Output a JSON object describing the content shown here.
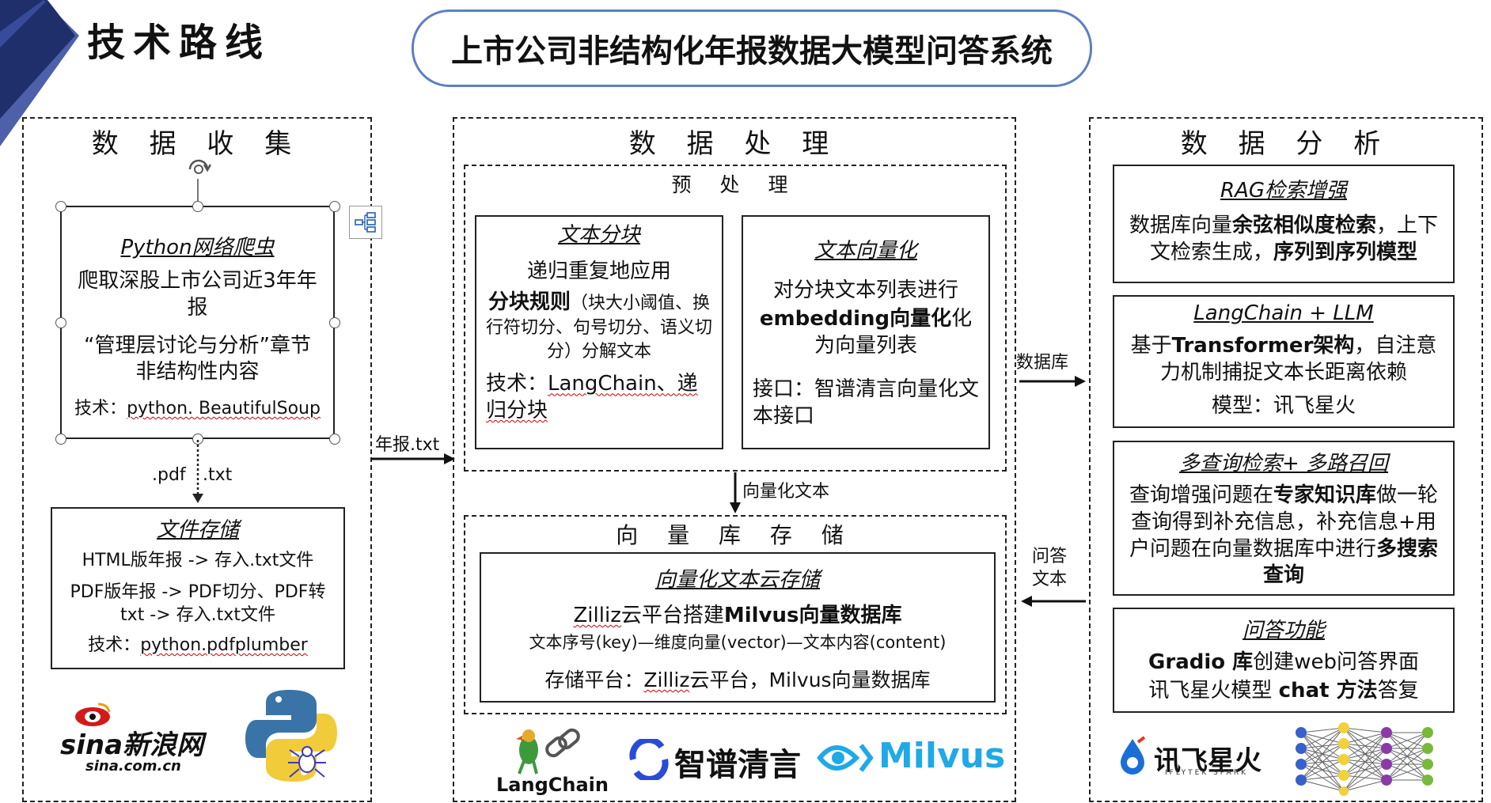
{
  "header": {
    "section_label": "技术路线",
    "system_title": "上市公司非结构化年报数据大模型问答系统"
  },
  "collect": {
    "title": "数 据 收 集",
    "crawler": {
      "heading": "Python网络爬虫",
      "line1": "爬取深股上市公司近3年年报",
      "line2": "“管理层讨论与分析”章节非结构性内容",
      "tech_prefix": "技术：",
      "tech": "python. BeautifulSoup"
    },
    "edge_label_pdf": ".pdf",
    "edge_label_txt": ".txt",
    "storage": {
      "heading": "文件存储",
      "line1": "HTML版年报 -> 存入.txt文件",
      "line2": "PDF版年报 -> PDF切分、PDF转txt -> 存入.txt文件",
      "tech_prefix": "技术：",
      "tech": "python.pdfplumber"
    },
    "logo_sina_main": "sina新浪网",
    "logo_sina_sub": "sina.com.cn"
  },
  "arrow_to_process": "年报.txt",
  "process": {
    "title": "数 据 处 理",
    "pre": {
      "title": "预 处 理",
      "split": {
        "heading": "文本分块",
        "line1": "递归重复地应用",
        "line2_bold": "分块规则",
        "line2_rest": "（块大小阈值、换行符切分、句号切分、语义切分）分解文本",
        "tech_prefix": "技术：",
        "tech": "LangChain、递归分块"
      },
      "vector": {
        "heading": "文本向量化",
        "line1": "对分块文本列表进行",
        "line2_bold": "embedding向量化",
        "line2_rest": "化为向量列表",
        "api": "接口：智谱清言向量化文本接口"
      }
    },
    "mid_arrow": "向量化文本",
    "store": {
      "title": "向 量 库 存 储",
      "card": {
        "heading": "向量化文本云存储",
        "line1_a": "Zilliz",
        "line1_b": "云平台搭建",
        "line1_c": "Milvus向量数据库",
        "line2": "文本序号(key)—维度向量(vector)—文本内容(content)",
        "line3_a": "存储平台：",
        "line3_b": "Zilliz",
        "line3_c": "云平台，Milvus向量数据库"
      }
    },
    "logo_langchain": "LangChain",
    "logo_zhipu": "智谱清言",
    "logo_milvus": "Milvus"
  },
  "arrow_to_analysis": "数据库",
  "arrow_back": "问答文本",
  "analysis": {
    "title": "数 据 分 析",
    "rag": {
      "heading": "RAG检索增强",
      "text_a": "数据库向量",
      "text_b": "余弦相似度检索",
      "text_c": "，上下文检索生成，",
      "text_d": "序列到序列模型"
    },
    "llm": {
      "heading": "LangChain + LLM",
      "text_a": "基于",
      "text_b": "Transformer架构",
      "text_c": "，自注意力机制捕捉文本长距离依赖",
      "model": "模型：讯飞星火"
    },
    "multi": {
      "heading": "多查询检索+ 多路召回",
      "text_a": "查询增强问题在",
      "text_b": "专家知识库",
      "text_c": "做一轮查询得到补充信息，",
      "text_d": "补充信息+用户问题在向量数据库中进行",
      "text_e": "多搜索查询"
    },
    "qa": {
      "heading": "问答功能",
      "line1_a": "Gradio 库",
      "line1_b": "创建web问答界面",
      "line2_a": "讯飞星火模型 ",
      "line2_b": "chat 方法",
      "line2_c": "答复"
    },
    "logo_iflytek": "讯飞星火",
    "logo_iflytek_sub": "IFLYTEK SPARK"
  },
  "colors": {
    "corner_navy": "#1f2f6b",
    "corner_blue": "#3a4fa0",
    "title_border": "#5b7fc4",
    "sina_red": "#d21a1a",
    "zhipu_blue": "#2a4bd7",
    "milvus_blue": "#1fa9e6",
    "iflytek_blue": "#1a6fd6"
  }
}
